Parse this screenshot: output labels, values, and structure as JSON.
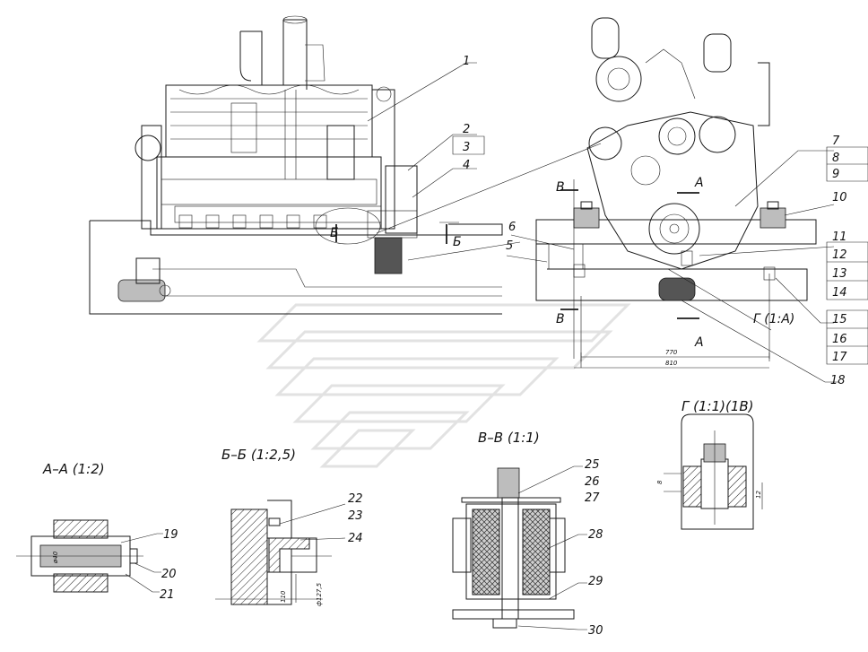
{
  "callouts": {
    "c1": "1",
    "c2": "2",
    "c3": "3",
    "c4": "4",
    "c5": "5",
    "c6": "6",
    "c7": "7",
    "c8": "8",
    "c9": "9",
    "c10": "10",
    "c11": "11",
    "c12": "12",
    "c13": "13",
    "c14": "14",
    "c15": "15",
    "c16": "16",
    "c17": "17",
    "c18": "18",
    "c19": "19",
    "c20": "20",
    "c21": "21",
    "c22": "22",
    "c23": "23",
    "c24": "24",
    "c25": "25",
    "c26": "26",
    "c27": "27",
    "c28": "28",
    "c29": "29",
    "c30": "30"
  },
  "section_marks": {
    "a": "А",
    "b": "Б",
    "v": "В",
    "g": "Г (1:А)"
  },
  "section_titles": {
    "aa": "А–А (1:2)",
    "bb": "Б–Б (1:2,5)",
    "vv": "В–В (1:1)",
    "g": "Г (1:1)(1В)"
  },
  "dimensions": {
    "d770": "770",
    "d810": "810",
    "d40": "ø40",
    "d110": "110",
    "d1275": "ф127,5",
    "d8": "8",
    "d12": "12"
  }
}
